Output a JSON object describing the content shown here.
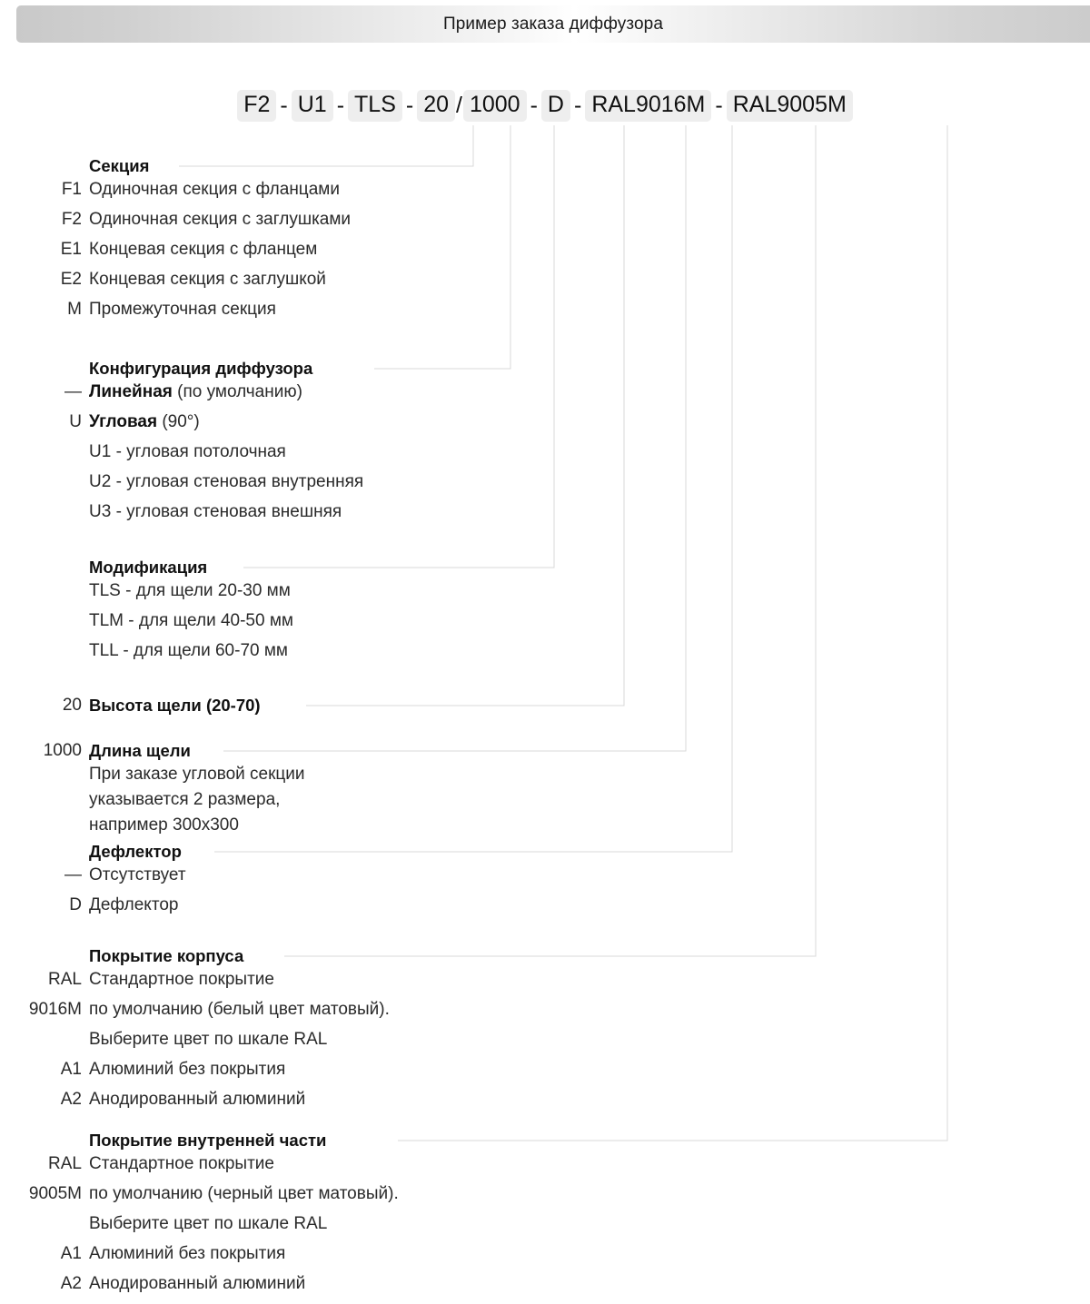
{
  "title": "Пример заказа диффузора",
  "code_string": {
    "segments": [
      {
        "value": "F2"
      },
      {
        "value": "U1"
      },
      {
        "value": "TLS"
      },
      {
        "value": "20"
      },
      {
        "value": "1000"
      },
      {
        "value": "D"
      },
      {
        "value": "RAL9016M"
      },
      {
        "value": "RAL9005M"
      }
    ],
    "separator": "-",
    "slash": "/"
  },
  "sections": [
    {
      "header": "Секция",
      "rows": [
        {
          "code": "F1",
          "desc": "Одиночная секция с  фланцами"
        },
        {
          "code": "F2",
          "desc": "Одиночная секция с заглушками"
        },
        {
          "code": "E1",
          "desc": "Концевая секция с фланцем"
        },
        {
          "code": "E2",
          "desc": "Концевая секция с заглушкой"
        },
        {
          "code": "M",
          "desc": "Промежуточная секция"
        }
      ]
    },
    {
      "header": "Конфигурация диффузора",
      "rows": [
        {
          "code": "—",
          "desc_bold": "Линейная",
          "desc_rest": " (по умолчанию)"
        },
        {
          "code": "U",
          "desc_bold": "Угловая",
          "desc_rest": " (90°)"
        },
        {
          "code": "",
          "desc": "U1 - угловая потолочная"
        },
        {
          "code": "",
          "desc": "U2 - угловая стеновая внутренняя"
        },
        {
          "code": "",
          "desc": "U3 - угловая стеновая внешняя"
        }
      ]
    },
    {
      "header": "Модификация",
      "rows": [
        {
          "code": "",
          "desc": "TLS -  для щели 20-30 мм"
        },
        {
          "code": "",
          "desc": "TLM -  для щели 40-50 мм"
        },
        {
          "code": "",
          "desc": "TLL -  для щели 60-70 мм"
        }
      ]
    },
    {
      "header": "Высота щели (20-70)",
      "header_code": "20",
      "rows": []
    },
    {
      "header": "Длина щели",
      "header_code": "1000",
      "notes": [
        "При заказе угловой секции",
        "указывается 2 размера,",
        "например 300x300"
      ],
      "rows": []
    },
    {
      "header": "Дефлектор",
      "rows": [
        {
          "code": "—",
          "desc": "Отсутствует"
        },
        {
          "code": "D",
          "desc": "Дефлектор"
        }
      ]
    },
    {
      "header": "Покрытие корпуса",
      "rows": [
        {
          "code": "RAL",
          "desc": "Стандартное покрытие"
        },
        {
          "code": "9016M",
          "desc": "по умолчанию (белый цвет матовый)."
        },
        {
          "code": "",
          "desc": "Выберите цвет по шкале RAL"
        },
        {
          "code": "A1",
          "desc": "Алюминий без покрытия"
        },
        {
          "code": "A2",
          "desc": "Анодированный алюминий"
        }
      ]
    },
    {
      "header": "Покрытие внутренней части",
      "rows": [
        {
          "code": "RAL",
          "desc": "Стандартное покрытие"
        },
        {
          "code": "9005M",
          "desc": "по умолчанию (черный цвет матовый)."
        },
        {
          "code": "",
          "desc": "Выберите цвет по шкале RAL"
        },
        {
          "code": "A1",
          "desc": "Алюминий без покрытия"
        },
        {
          "code": "A2",
          "desc": "Анодированный алюминий"
        }
      ]
    }
  ],
  "colors": {
    "chip_bg": "#eeeeee",
    "line": "#d8d8d8",
    "text": "#1a1a1a"
  }
}
